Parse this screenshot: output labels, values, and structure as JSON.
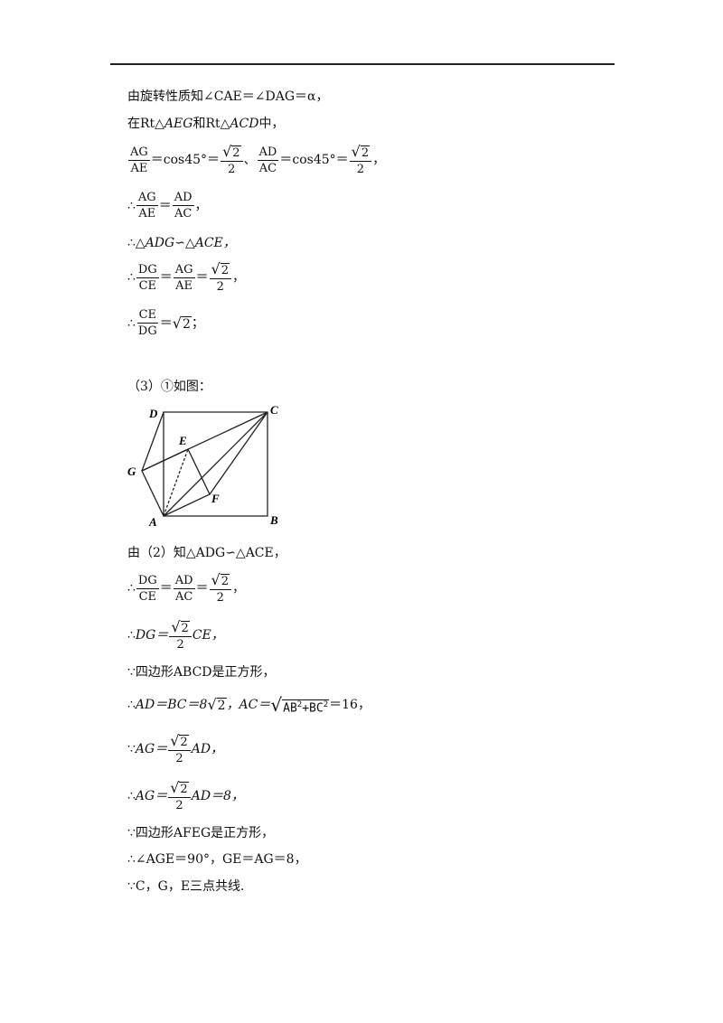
{
  "lines": {
    "l1": "由旋转性质知∠CAE＝∠DAG＝α，",
    "l2_pre": "在",
    "l2_rt1": "Rt△",
    "l2_aeg": "AEG",
    "l2_and": "和",
    "l2_rt2": "Rt△",
    "l2_acd": "ACD",
    "l2_post": "中，",
    "ag": "AG",
    "ae": "AE",
    "ad": "AD",
    "ac": "AC",
    "dg": "DG",
    "ce": "CE",
    "eq_cos45": "＝cos45°＝",
    "sep": "、",
    "comma": "，",
    "eq": "＝",
    "therefore": "∴",
    "because": "∵",
    "two": "2",
    "sqrt_sym": "√",
    "similar1": "△ADG∽△ACE，",
    "semicolon": "；",
    "part3": "（3）①如图：",
    "from2": "由（2）知△ADG∽△ACE，",
    "dg_expr_left": "DG＝",
    "dg_expr_right": "CE，",
    "square_abcd": "四边形ABCD是正方形，",
    "ad_bc": "AD＝BC＝8",
    "ac_eq": "，AC＝",
    "ab2": "AB",
    "plus_bc2": "+BC",
    "exp2": "2",
    "eq16": "＝16，",
    "ag_eq": "AG＝",
    "ad_end1": "AD，",
    "ad_end2": "AD＝8，",
    "square_afeg": "四边形AFEG是正方形，",
    "angle_age": "∠AGE＝90°，GE＝AG＝8，",
    "collinear": "C，G，E三点共线."
  },
  "figure": {
    "labels": {
      "A": "A",
      "B": "B",
      "C": "C",
      "D": "D",
      "E": "E",
      "F": "F",
      "G": "G"
    }
  }
}
